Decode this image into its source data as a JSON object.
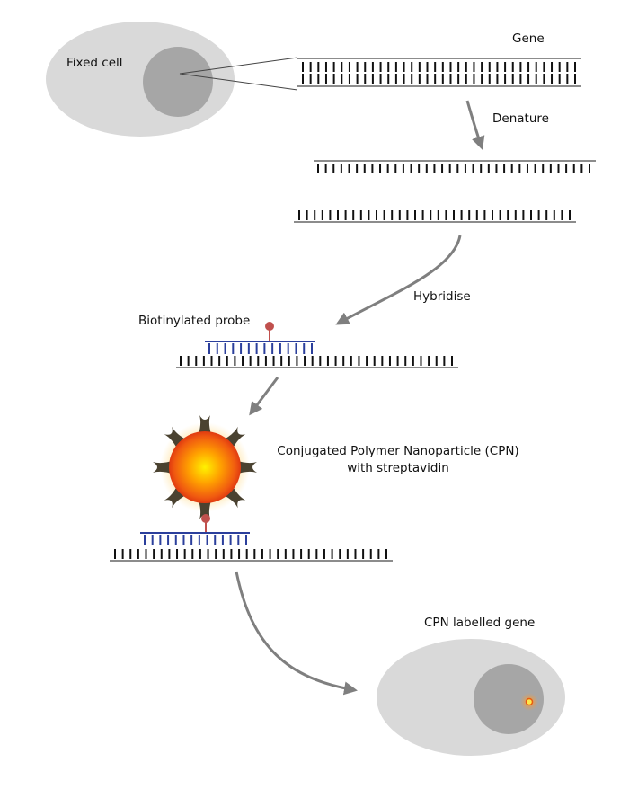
{
  "labels": {
    "fixed_cell": "Fixed cell",
    "gene": "Gene",
    "denature": "Denature",
    "hybridise": "Hybridise",
    "biotinylated_probe": "Biotinylated probe",
    "cpn_line1": "Conjugated Polymer Nanoparticle (CPN)",
    "cpn_line2": "with streptavidin",
    "cpn_labelled_gene": "CPN labelled gene"
  },
  "colors": {
    "cell_body": "#d9d9d9",
    "nucleus": "#a6a6a6",
    "backbone": "#8c8c8c",
    "base_tick": "#111111",
    "probe": "#2b3f9c",
    "biotin": "#c0504d",
    "arrow": "#7f7f7f",
    "cpn_core": "#ffe600",
    "cpn_mid": "#ff8c00",
    "cpn_edge": "#e84010",
    "streptavidin": "#4a4230"
  }
}
